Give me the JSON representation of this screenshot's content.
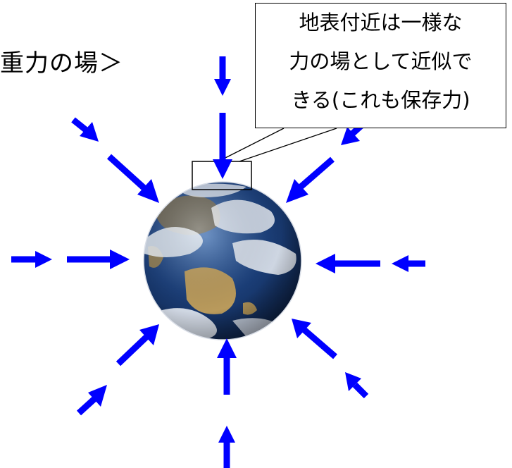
{
  "title": "重力の場＞",
  "callout": {
    "lines": [
      "地表付近は一様な",
      "力の場として近似で",
      "きる(これも保存力)"
    ]
  },
  "colors": {
    "arrow": "#0000ff",
    "outline": "#000000",
    "ocean": "#1b3f7a"
  },
  "icons": {
    "earth": "earth-globe",
    "arrow": "arrow-inward"
  }
}
